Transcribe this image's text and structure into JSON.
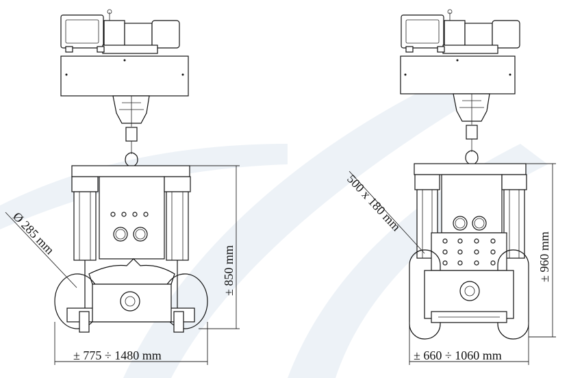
{
  "left_unit": {
    "height_label": "± 850 mm",
    "width_label": "± 775 ÷ 1480 mm",
    "pad_label": "Ø 285 mm"
  },
  "right_unit": {
    "height_label": "± 960 mm",
    "width_label": "± 660 ÷ 1060 mm",
    "pad_label": "500 x 180 mm"
  },
  "colors": {
    "line": "#111111",
    "watermark": "#dfe8f0",
    "background": "#ffffff"
  }
}
